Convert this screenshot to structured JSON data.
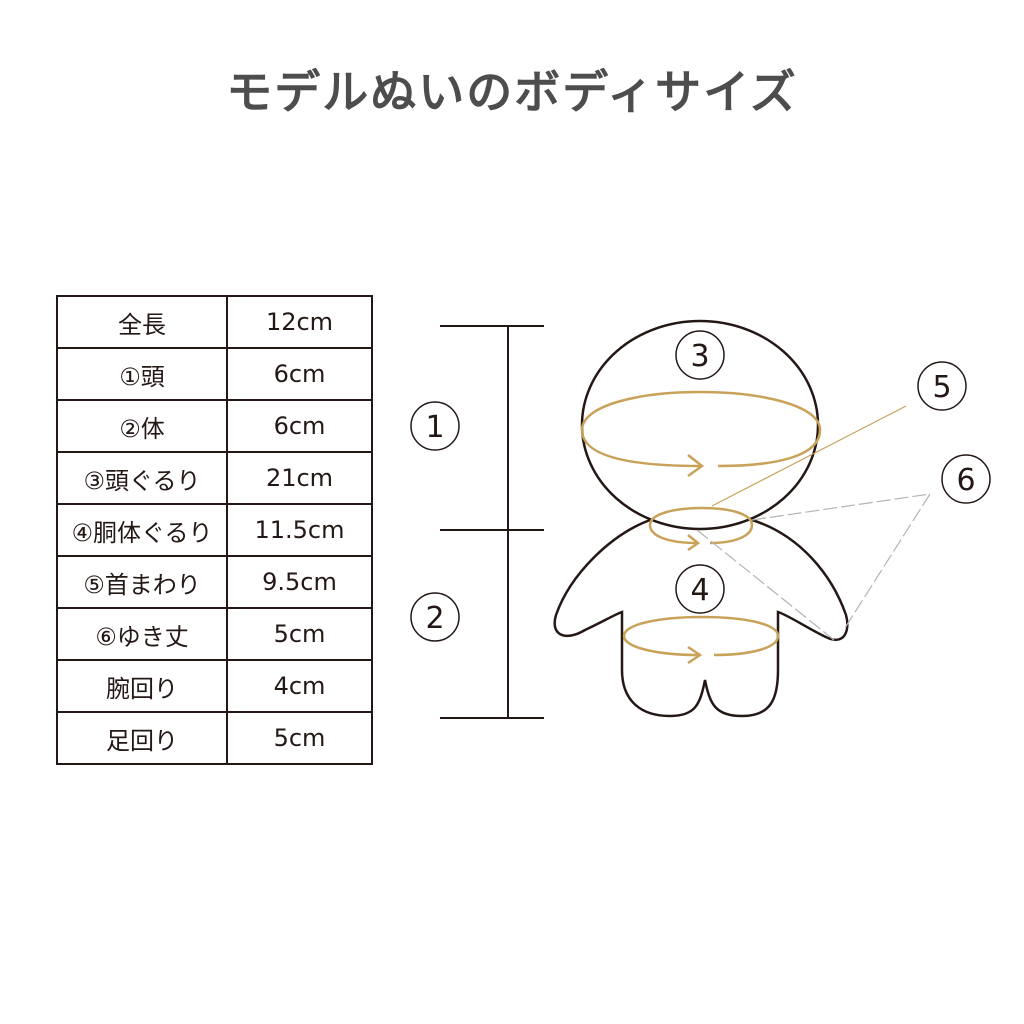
{
  "title": "モデルぬいのボディサイズ",
  "table": {
    "rows": [
      {
        "label": "全長",
        "value": "12cm"
      },
      {
        "label": "①頭",
        "value": "6cm"
      },
      {
        "label": "②体",
        "value": "6cm"
      },
      {
        "label": "③頭ぐるり",
        "value": "21cm"
      },
      {
        "label": "④胴体ぐるり",
        "value": "11.5cm"
      },
      {
        "label": "⑤首まわり",
        "value": "9.5cm"
      },
      {
        "label": "⑥ゆき丈",
        "value": "5cm"
      },
      {
        "label": "腕回り",
        "value": "4cm"
      },
      {
        "label": "足回り",
        "value": "5cm"
      }
    ]
  },
  "diagram": {
    "markers": {
      "m1": "1",
      "m2": "2",
      "m3": "3",
      "m4": "4",
      "m5": "5",
      "m6": "6"
    },
    "colors": {
      "outline": "#231815",
      "measure_loop": "#c9a25a",
      "dashed_guide": "#b3b3b3"
    }
  }
}
